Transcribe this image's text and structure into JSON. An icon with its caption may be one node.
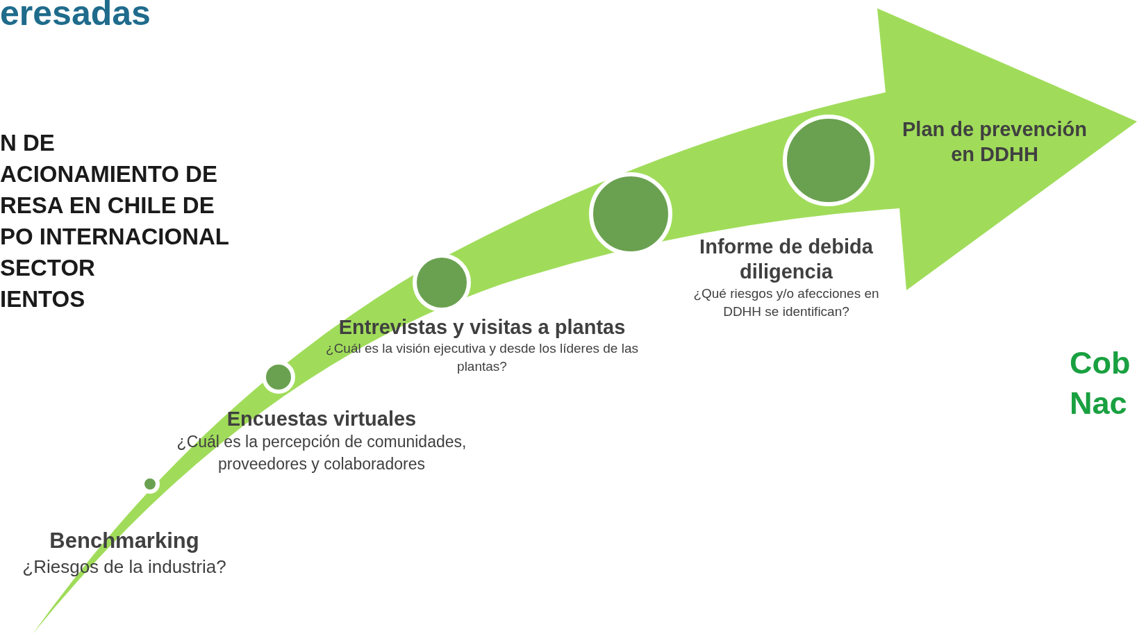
{
  "diagram": {
    "nodes": [
      {
        "text": [],
        "shape": "circle",
        "beside": [
          "Benchmarking",
          "¿Riesgos de la industria?"
        ]
      },
      {
        "text": [],
        "shape": "circle",
        "beside": [
          "Encuestas virtuales",
          "¿Cuál es la percepción de comunidades, proveedores y colaboradores"
        ]
      },
      {
        "text": [],
        "shape": "circle",
        "beside": [
          "Entrevistas y visitas a plantas",
          "¿Cuál es la visión ejecutiva y desde los líderes de las plantas?"
        ]
      },
      {
        "text": [],
        "shape": "circle",
        "beside": [
          "Informe de debida diligencia",
          "¿Qué riesgos y/o afecciones en DDHH se identifican?"
        ]
      },
      {
        "text": [],
        "shape": "circle",
        "beside": [
          "Plan de prevención en DDHH"
        ]
      }
    ],
    "edges": [],
    "labels": [
      "eresadas",
      "N DE",
      "ACIONAMIENTO DE",
      "RESA EN CHILE DE",
      "PO INTERNACIONAL",
      "SECTOR",
      "IENTOS",
      "Cob",
      "Nac"
    ]
  }
}
